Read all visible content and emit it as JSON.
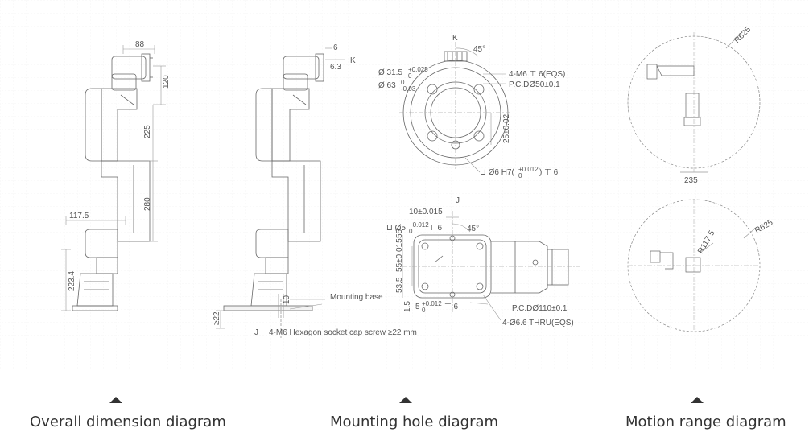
{
  "captions": {
    "overall": "Overall dimension diagram",
    "mounting": "Mounting hole diagram",
    "motion": "Motion range diagram"
  },
  "overall": {
    "d88": "88",
    "d120": "120",
    "d225": "225",
    "d280": "280",
    "d117_5": "117.5",
    "d223_4": "223.4"
  },
  "side": {
    "d6": "6",
    "d6_3": "6.3",
    "k": "K",
    "d10": "10",
    "d22": "≥22",
    "j": "J",
    "base_label": "Mounting base",
    "screw_label": "4-M6 Hexagon socket cap screw ≥22 mm"
  },
  "flange": {
    "k": "K",
    "angle": "45°",
    "d31_5": "Ø 31.5",
    "d31_5_tol": "+0.025",
    "d31_5_tol2": "0",
    "d63": "Ø 63",
    "d63_tol": "0",
    "d63_tol2": "-0.03",
    "m6": "4-M6 ⊤ 6(EQS)",
    "pcd50": "P.C.DØ50±0.1",
    "d25": "25±0.02",
    "h7": "⊔ Ø6 H7(",
    "h7_tol": "+0.012",
    "h7_tol2": "0",
    "h7_end": ") ⊤ 6"
  },
  "base": {
    "d10": "10±0.015",
    "j": "J",
    "angle": "45°",
    "pin": "⊔ Ø5",
    "pin_tol": "+0.012",
    "pin_tol2": "0",
    "pin_end": "⊤ 6",
    "d55_a": "55±0.015",
    "d55_b": "55",
    "d53_5": "53.5",
    "d1_5": "1.5",
    "pin2": "5",
    "pin2_tol": "+0.012",
    "pin2_tol2": "0",
    "pin2_end": "⊤ 6",
    "pcd110": "P.C.DØ110±0.1",
    "thru": "4-Ø6.6 THRU(EQS)"
  },
  "motion": {
    "r625_top": "R625",
    "d235": "235",
    "r625_bottom": "R625",
    "r117_5": "R117.5"
  }
}
